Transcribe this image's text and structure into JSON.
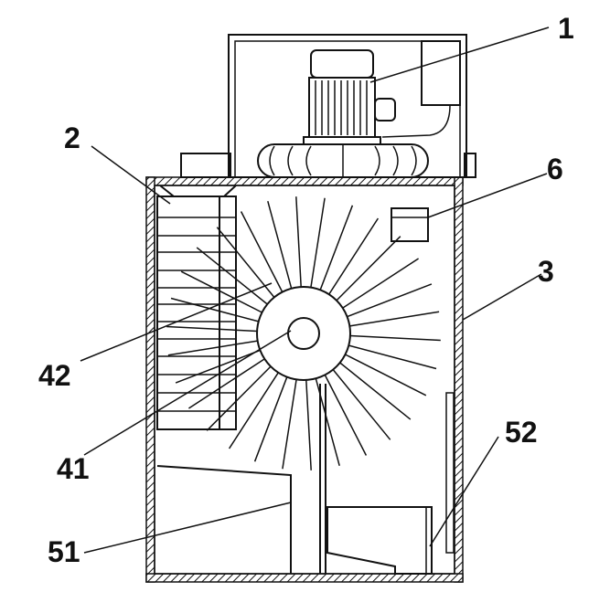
{
  "labels": {
    "l1": "1",
    "l2": "2",
    "l3": "3",
    "l6": "6",
    "l42": "42",
    "l41": "41",
    "l51": "51",
    "l52": "52"
  }
}
